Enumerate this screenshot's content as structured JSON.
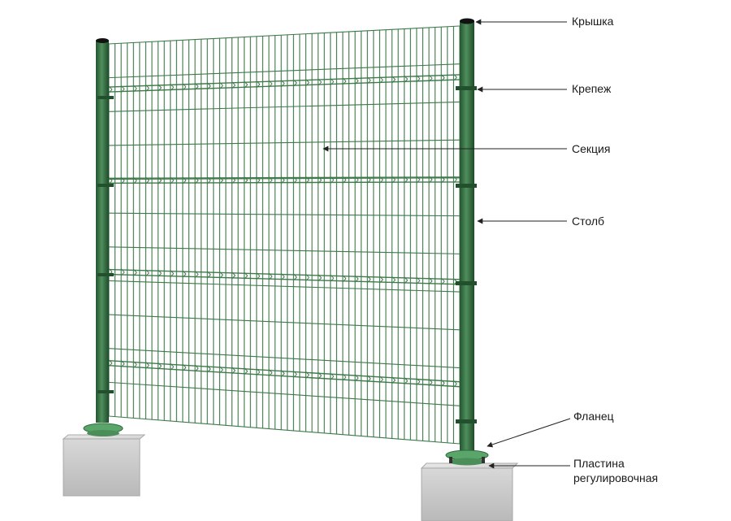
{
  "labels": {
    "cap": "Крышка",
    "fastener": "Крепеж",
    "section": "Секция",
    "post": "Столб",
    "flange": "Фланец",
    "plate_line1": "Пластина",
    "plate_line2": "регулировочная"
  },
  "colors": {
    "post": "#2f6b3c",
    "post_highlight": "#4f8f5d",
    "mesh": "#3f7a4b",
    "flange": "#5aa66a",
    "concrete": "#d4d4d4",
    "arrow": "#222222"
  },
  "mesh": {
    "vertical_wires": 58,
    "horizontal_wires": 12,
    "bend_stiffeners": 4
  }
}
